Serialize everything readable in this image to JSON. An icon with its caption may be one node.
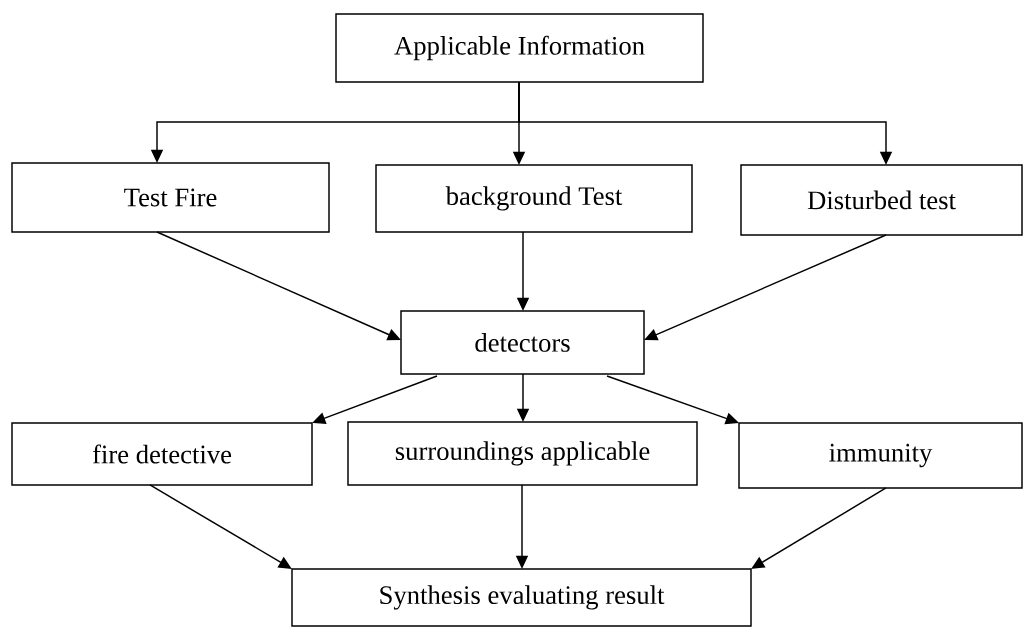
{
  "diagram": {
    "nodes": [
      {
        "text": [
          "Applicable Information"
        ]
      },
      {
        "text": [
          "Test Fire"
        ]
      },
      {
        "text": [
          "background Test"
        ]
      },
      {
        "text": [
          "Disturbed test"
        ]
      },
      {
        "text": [
          "detectors"
        ]
      },
      {
        "text": [
          "fire detective"
        ]
      },
      {
        "text": [
          "surroundings applicable"
        ]
      },
      {
        "text": [
          "immunity"
        ]
      },
      {
        "text": [
          "Synthesis evaluating result"
        ]
      }
    ],
    "edges": [
      {
        "from": 0,
        "to": 1,
        "arrow": "to"
      },
      {
        "from": 0,
        "to": 2,
        "arrow": "to"
      },
      {
        "from": 0,
        "to": 3,
        "arrow": "to"
      },
      {
        "from": 1,
        "to": 4,
        "arrow": "to"
      },
      {
        "from": 2,
        "to": 4,
        "arrow": "to"
      },
      {
        "from": 3,
        "to": 4,
        "arrow": "to"
      },
      {
        "from": 4,
        "to": 5,
        "arrow": "to"
      },
      {
        "from": 4,
        "to": 6,
        "arrow": "to"
      },
      {
        "from": 4,
        "to": 7,
        "arrow": "to"
      },
      {
        "from": 5,
        "to": 8,
        "arrow": "to"
      },
      {
        "from": 6,
        "to": 8,
        "arrow": "to"
      },
      {
        "from": 7,
        "to": 8,
        "arrow": "to"
      }
    ]
  }
}
